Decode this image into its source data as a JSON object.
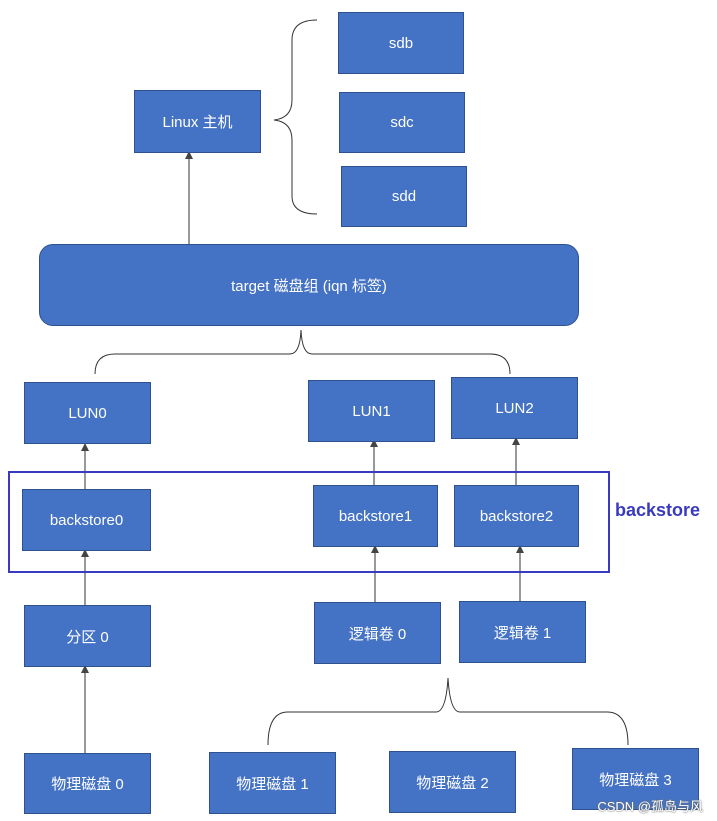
{
  "host": {
    "label": "Linux 主机"
  },
  "devices": [
    "sdb",
    "sdc",
    "sdd"
  ],
  "target": {
    "label": "target 磁盘组 (iqn 标签)"
  },
  "luns": [
    "LUN0",
    "LUN1",
    "LUN2"
  ],
  "backstores": [
    "backstore0",
    "backstore1",
    "backstore2"
  ],
  "backstore_group_label": "backstore",
  "sources": [
    "分区 0",
    "逻辑卷 0",
    "逻辑卷 1"
  ],
  "physical_disks": [
    "物理磁盘 0",
    "物理磁盘 1",
    "物理磁盘 2",
    "物理磁盘 3"
  ],
  "watermark": "CSDN @孤岛与风"
}
